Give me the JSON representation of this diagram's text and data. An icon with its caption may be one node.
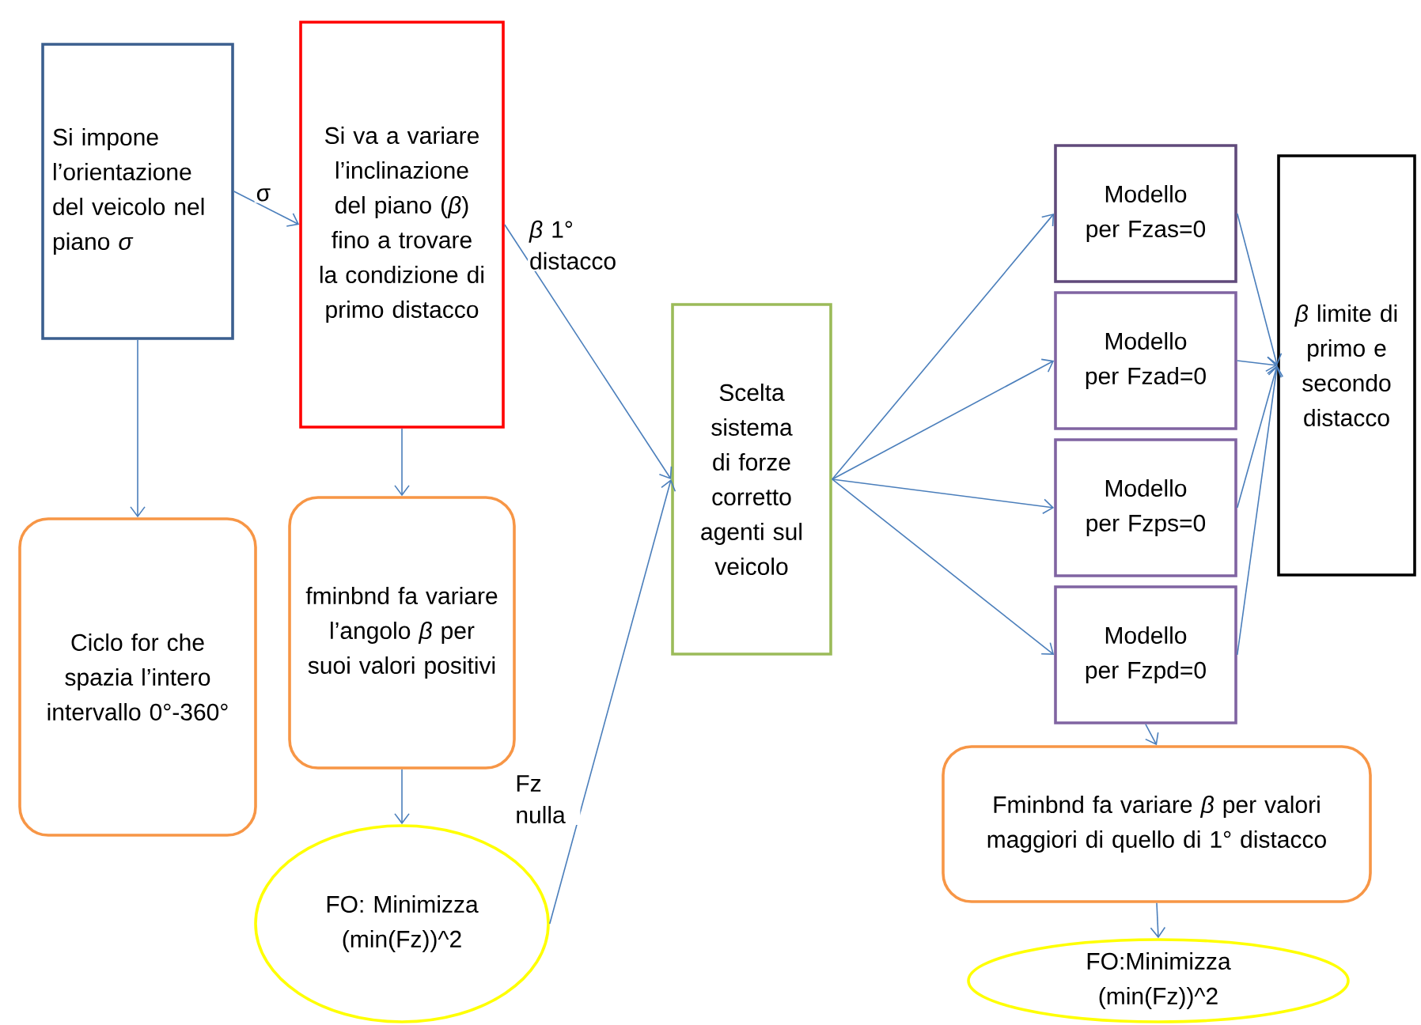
{
  "diagram": {
    "nodes": [
      {
        "text": [
          "Si impone l’orientazione del veicolo nel piano *σ*"
        ]
      },
      {
        "text": [
          "Si va a variare l’inclinazione del piano (*β*) fino a trovare la condizione di primo distacco"
        ]
      },
      {
        "text": [
          "Ciclo for che spazia l’intero intervallo 0°-360°"
        ]
      },
      {
        "text": [
          "fminbnd fa variare l’angolo *β* per suoi valori positivi"
        ]
      },
      {
        "text": [
          "FO: Minimizza (min(Fz))^2"
        ]
      },
      {
        "text": [
          "Scelta sistema di forze corretto agenti sul veicolo"
        ]
      },
      {
        "text": [
          "Modello per Fzas=0"
        ]
      },
      {
        "text": [
          "Modello per Fzad=0"
        ]
      },
      {
        "text": [
          "Modello per Fzps=0"
        ]
      },
      {
        "text": [
          "Modello per Fzpd=0"
        ]
      },
      {
        "text": [
          "*β* limite di primo e secondo distacco"
        ]
      },
      {
        "text": [
          "Fminbnd fa variare *β* per valori maggiori di quello di 1° distacco"
        ]
      },
      {
        "text": [
          "FO:Minimizza (min(Fz))^2"
        ]
      }
    ],
    "edges": [
      {
        "from": 0,
        "to": 1,
        "arrow": "to",
        "label": "σ"
      },
      {
        "from": 0,
        "to": 2,
        "arrow": "to"
      },
      {
        "from": 1,
        "to": 5,
        "arrow": "to",
        "label": "*β* 1° distacco"
      },
      {
        "from": 1,
        "to": 3,
        "arrow": "to"
      },
      {
        "from": 3,
        "to": 4,
        "arrow": "to"
      },
      {
        "from": 4,
        "to": 5,
        "arrow": "to",
        "label": "Fz nulla"
      },
      {
        "from": 5,
        "to": 6,
        "arrow": "to"
      },
      {
        "from": 5,
        "to": 7,
        "arrow": "to"
      },
      {
        "from": 5,
        "to": 8,
        "arrow": "to"
      },
      {
        "from": 5,
        "to": 9,
        "arrow": "to"
      },
      {
        "from": 6,
        "to": 10,
        "arrow": "to"
      },
      {
        "from": 7,
        "to": 10,
        "arrow": "to"
      },
      {
        "from": 8,
        "to": 10,
        "arrow": "to"
      },
      {
        "from": 9,
        "to": 10,
        "arrow": "to"
      },
      {
        "from": 9,
        "to": 11,
        "arrow": "to"
      },
      {
        "from": 11,
        "to": 12,
        "arrow": "to"
      }
    ]
  }
}
